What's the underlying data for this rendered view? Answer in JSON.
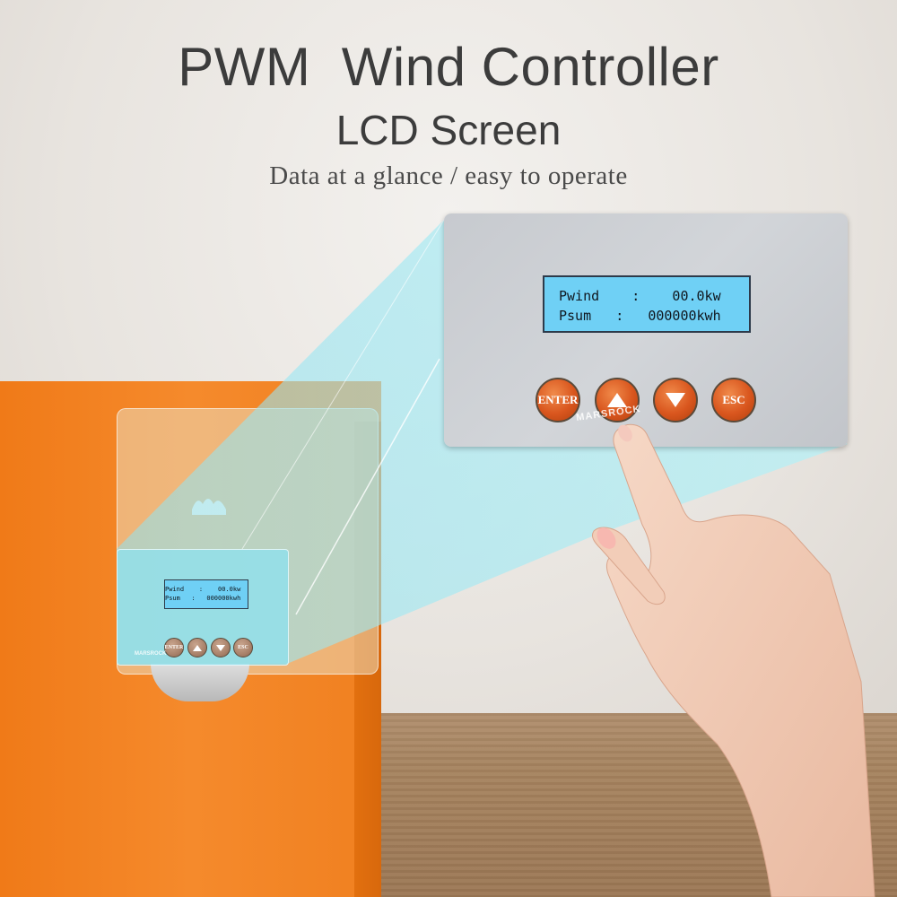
{
  "headline": {
    "title": "PWM  Wind Controller",
    "subtitle": "LCD Screen",
    "tagline": "Data at a glance / easy to operate"
  },
  "brand": "MARSROCK",
  "display": {
    "line1": "Pwind    :    00.0kw",
    "line2": "Psum   :   000000kwh"
  },
  "display_small": {
    "line1": "Pwind    :    00.0kw",
    "line2": "Psum   :   000000kwh"
  },
  "buttons": {
    "enter": "ENTER",
    "up": "up-arrow-icon",
    "down": "down-arrow-icon",
    "esc": "ESC"
  },
  "colors": {
    "device_orange": "#f07a18",
    "lcd_blue": "#6fd0f5",
    "button_orange": "#d9561e",
    "panel_gray": "#c7cacf"
  }
}
